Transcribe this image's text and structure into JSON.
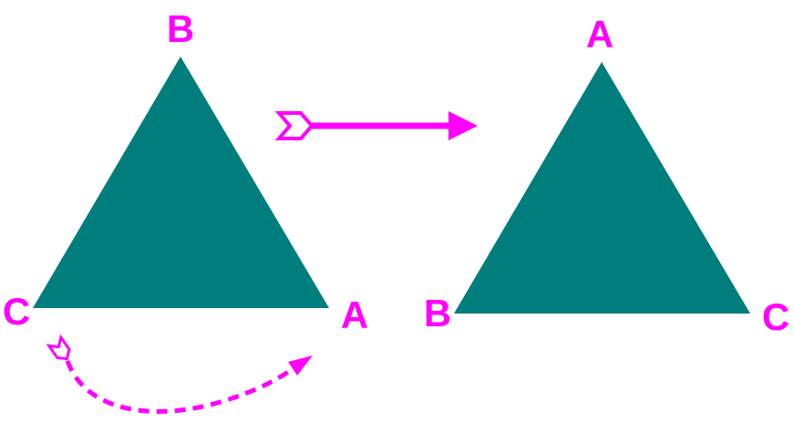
{
  "colors": {
    "triangle_fill": "#007d7d",
    "accent": "#ff00ff",
    "background": "#ffffff"
  },
  "left_triangle": {
    "top_label": "B",
    "left_label": "C",
    "right_label": "A"
  },
  "right_triangle": {
    "top_label": "A",
    "left_label": "B",
    "right_label": "C"
  },
  "icons": {
    "transform_arrow": "arrow-right-icon",
    "rotation_arrow": "curved-dashed-arrow-icon"
  }
}
